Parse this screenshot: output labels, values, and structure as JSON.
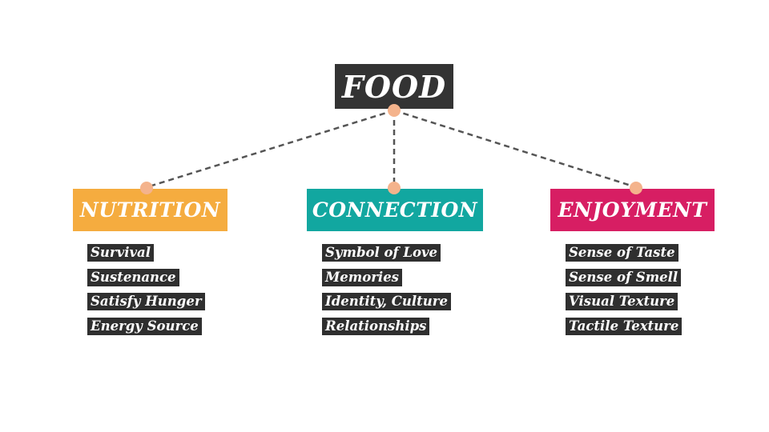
{
  "colors": {
    "root": "#333333",
    "nutrition": "#f5ac3f",
    "connection": "#12a7a0",
    "enjoyment": "#d71e63",
    "node_dot": "#f4b38c",
    "connector_line": "#555555",
    "item_background": "#2f2f2f",
    "text": "#ffffff"
  },
  "root": {
    "label": "FOOD"
  },
  "categories": [
    {
      "key": "nutrition",
      "label": "NUTRITION",
      "color": "#f5ac3f",
      "items": [
        "Survival",
        "Sustenance",
        "Satisfy Hunger",
        "Energy Source"
      ]
    },
    {
      "key": "connection",
      "label": "CONNECTION",
      "color": "#12a7a0",
      "items": [
        "Symbol of Love",
        "Memories",
        "Identity, Culture",
        "Relationships"
      ]
    },
    {
      "key": "enjoyment",
      "label": "ENJOYMENT",
      "color": "#d71e63",
      "items": [
        "Sense of Taste",
        "Sense of Smell",
        "Visual Texture",
        "Tactile Texture"
      ]
    }
  ]
}
